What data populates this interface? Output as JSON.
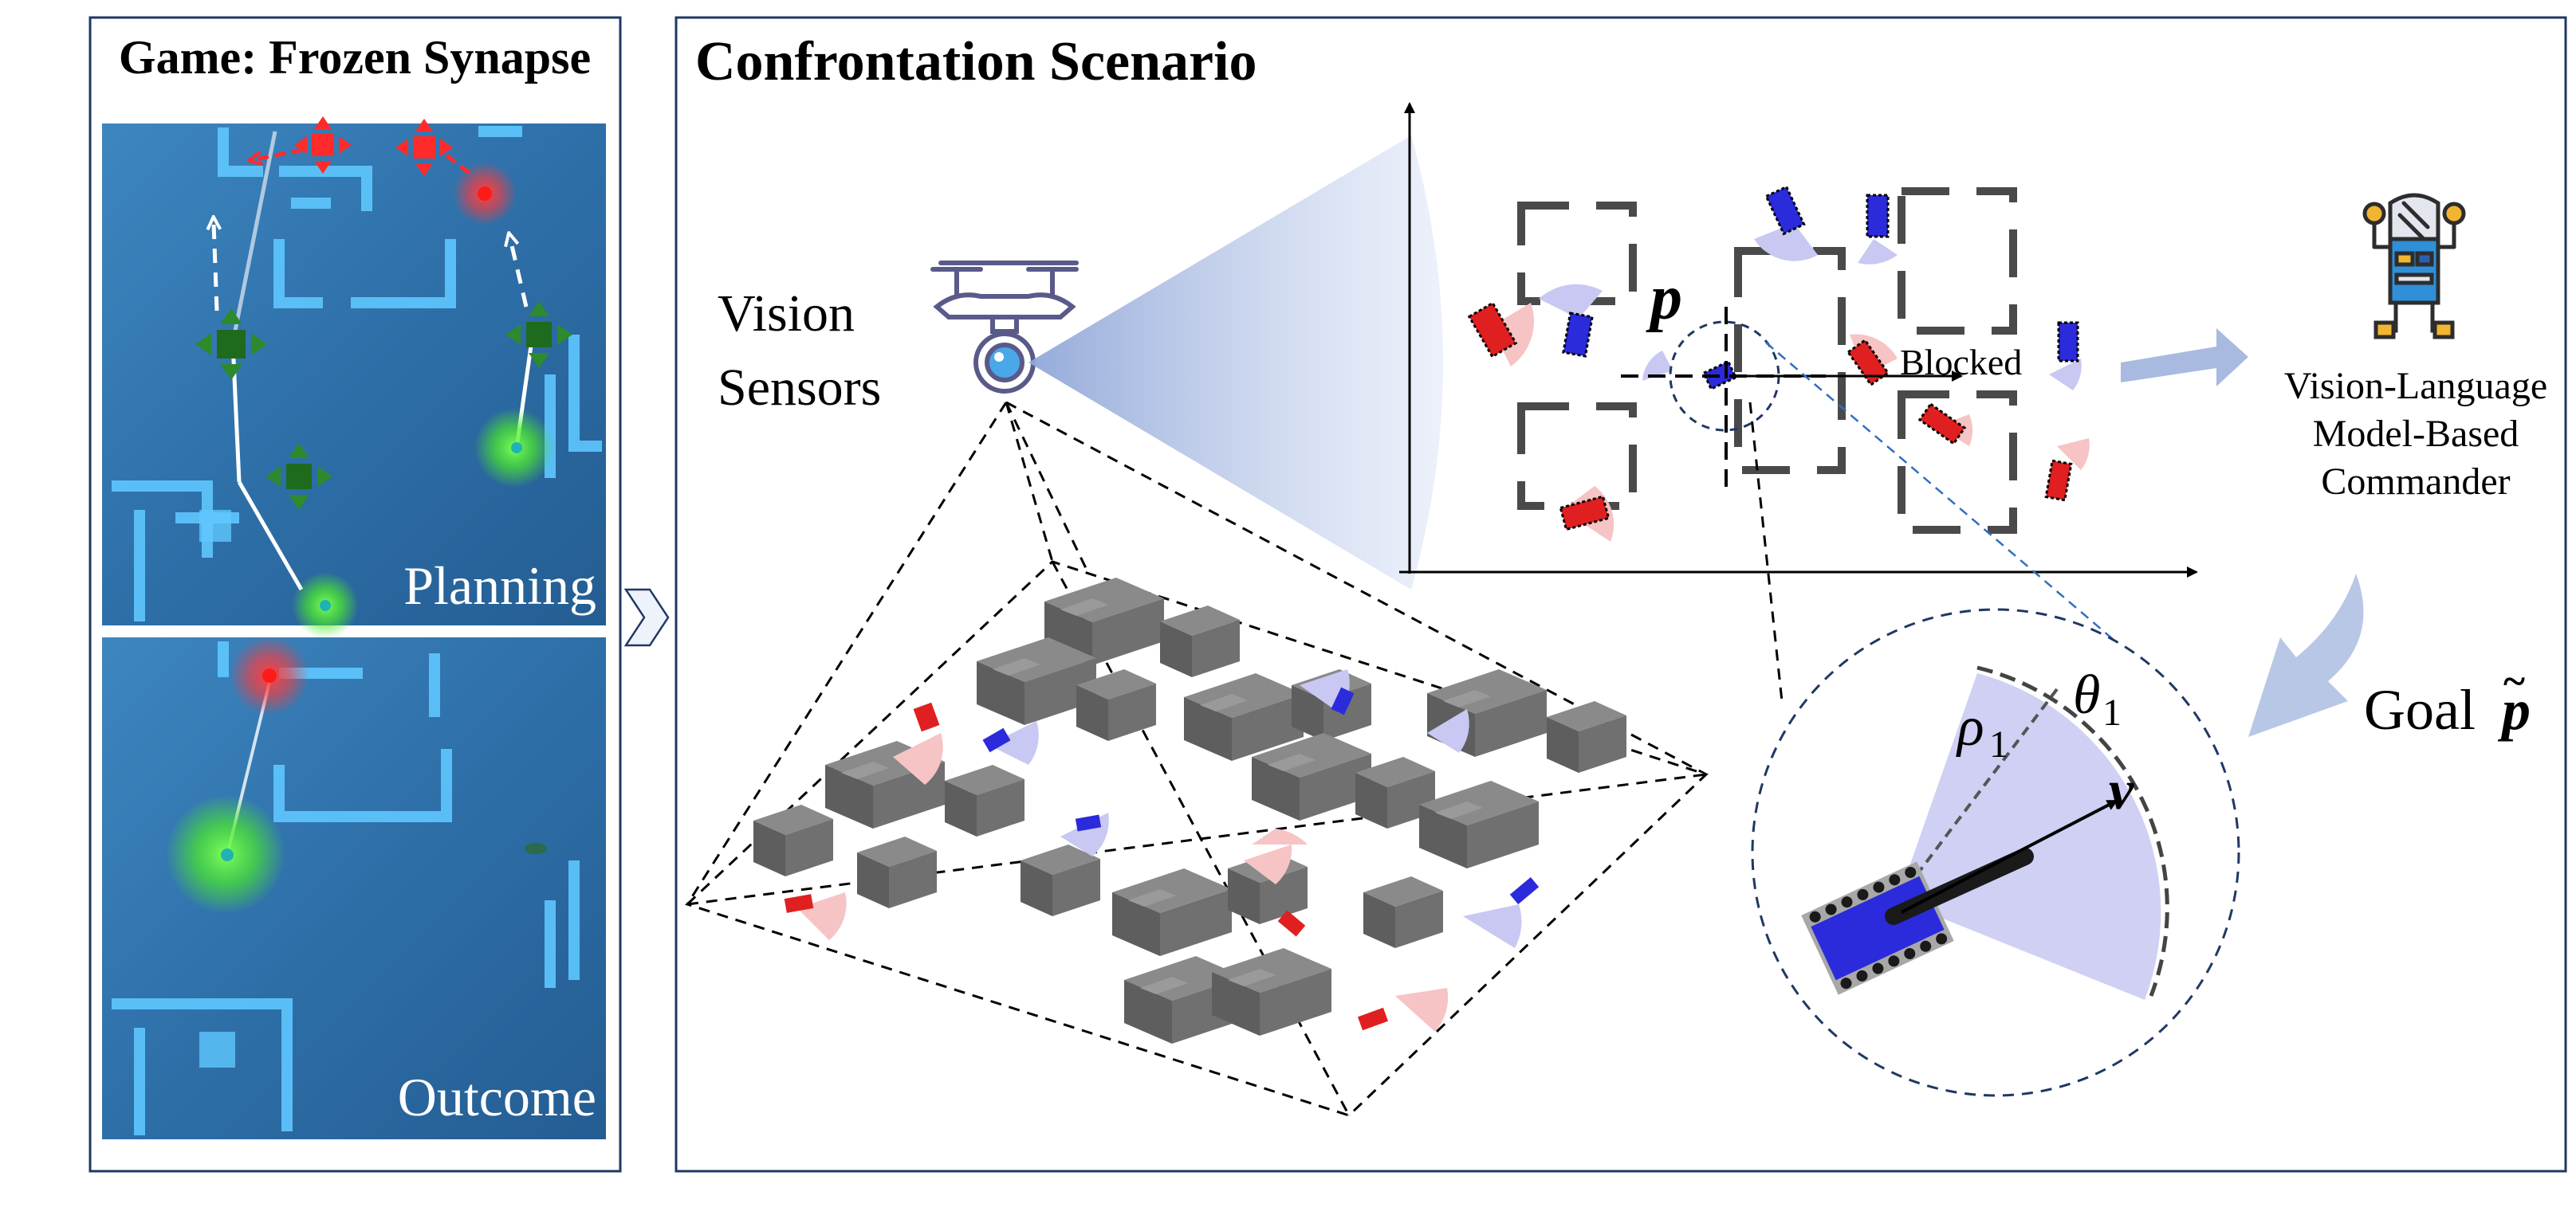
{
  "left_panel": {
    "title": "Game: Frozen Synapse",
    "planning_label": "Planning",
    "outcome_label": "Outcome"
  },
  "right_panel": {
    "title": "Confrontation Scenario",
    "sensor_label_line1": "Vision",
    "sensor_label_line2": "Sensors",
    "position_symbol": "p",
    "blocked_label": "Blocked",
    "commander_line1": "Vision-Language",
    "commander_line2": "Model-Based",
    "commander_line3": "Commander",
    "goal_label": "Goal",
    "goal_symbol": "p",
    "goal_tilde": "~",
    "rho_symbol": "ρ",
    "rho_subscript": "1",
    "theta_symbol": "θ",
    "theta_subscript": "1",
    "velocity_symbol": "v"
  },
  "colors": {
    "panel_border": "#1f3864",
    "blue_unit": "#2b2bdc",
    "red_unit": "#e02020",
    "fov_blue": "#c8c8f2",
    "fov_red": "#f6c4c4",
    "building": "#6d6d6d",
    "game_bg": "#2e6fa8",
    "player_green": "#1e6b1e",
    "enemy_red": "#ff2b2b",
    "arrow_blue": "#9fb3dd",
    "frame_gray": "#4a4a4a"
  },
  "icons": [
    "drone-icon",
    "robot-icon",
    "chevron-right-icon"
  ]
}
